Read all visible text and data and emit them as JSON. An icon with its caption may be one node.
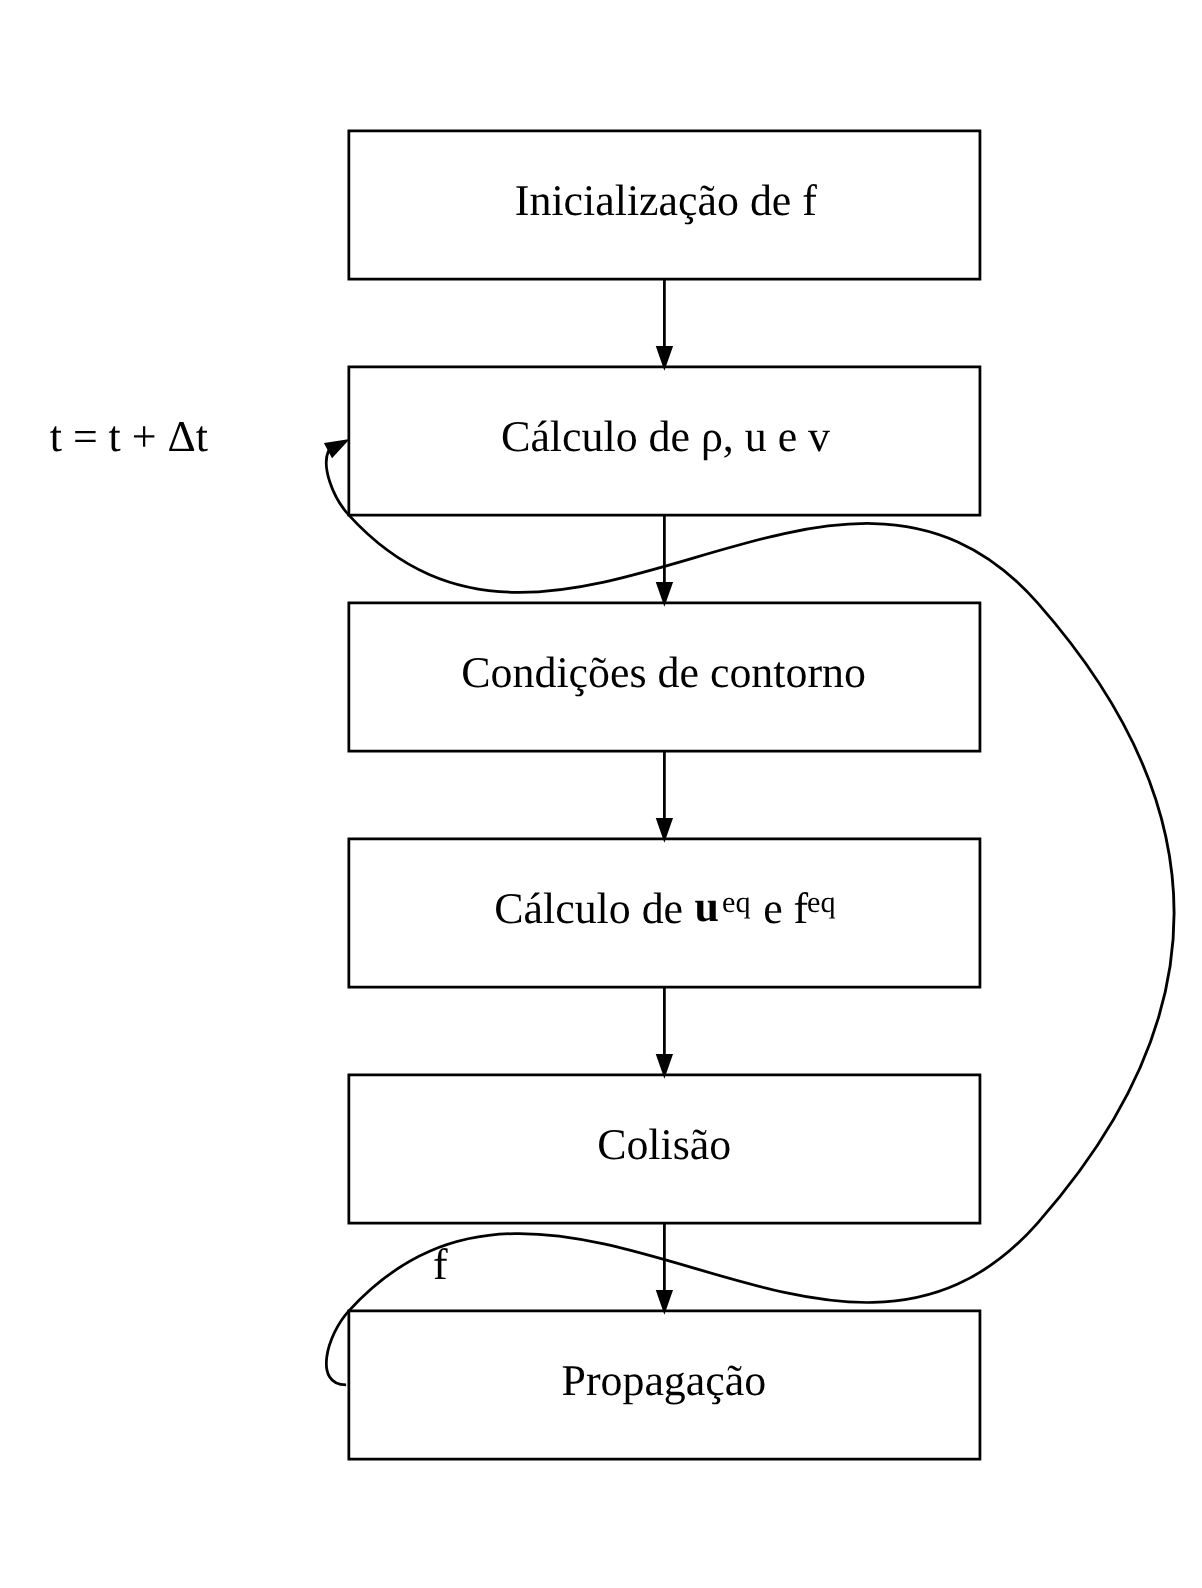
{
  "diagram": {
    "nodes": [
      {
        "text": [
          "Inicialização de f"
        ]
      },
      {
        "text": [
          "Cálculo de ρ, u e v"
        ]
      },
      {
        "text": [
          "Condições de contorno"
        ]
      },
      {
        "text": [
          "Cálculo de **u**$^{eq}$ e f$^{eq}$"
        ]
      },
      {
        "text": [
          "Colisão"
        ]
      },
      {
        "text": [
          "Propagação"
        ]
      }
    ],
    "edges": [
      {
        "from": 0,
        "to": 1,
        "arrow": "to"
      },
      {
        "from": 1,
        "to": 2,
        "arrow": "to"
      },
      {
        "from": 2,
        "to": 3,
        "arrow": "to"
      },
      {
        "from": 3,
        "to": 4,
        "arrow": "to"
      },
      {
        "from": 4,
        "to": 5,
        "arrow": "to"
      },
      {
        "from": 5,
        "to": 1,
        "arrow": "to",
        "label": "f"
      }
    ],
    "labels": [
      "t = t + Δt"
    ]
  }
}
